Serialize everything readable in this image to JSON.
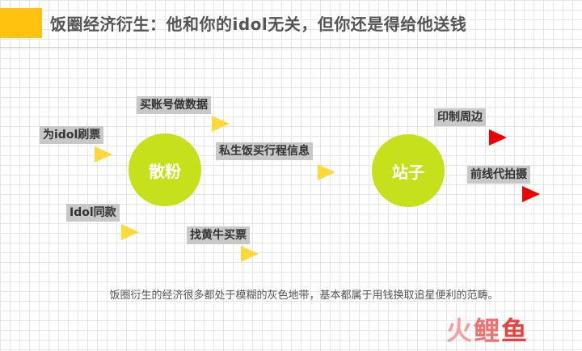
{
  "title": "饭圈经济衍生：他和你的idol无关，但你还是得给他送钱",
  "circles": {
    "left": "散粉",
    "right": "站子"
  },
  "tags": {
    "buy_accounts": "买账号做数据",
    "brush_tickets": "为idol刷票",
    "private_itinerary": "私生饭买行程信息",
    "idol_same_style": "Idol同款",
    "scalper_tickets": "找黄牛买票",
    "printed_merch": "印制周边",
    "front_line_photos": "前线代拍摄"
  },
  "caption": "饭圈衍生的经济很多都处于模糊的灰色地带，基本都属于用钱换取追星便利的范畴。",
  "watermark": {
    "part1": "火",
    "part2": "鲤",
    "part3": "鱼"
  },
  "colors": {
    "accent": "#ffc20e",
    "circle": "#c6e01c",
    "arrow_yellow": "#ffd83a",
    "arrow_red": "#ee0000",
    "tag_bg": "#c8c8c8"
  }
}
